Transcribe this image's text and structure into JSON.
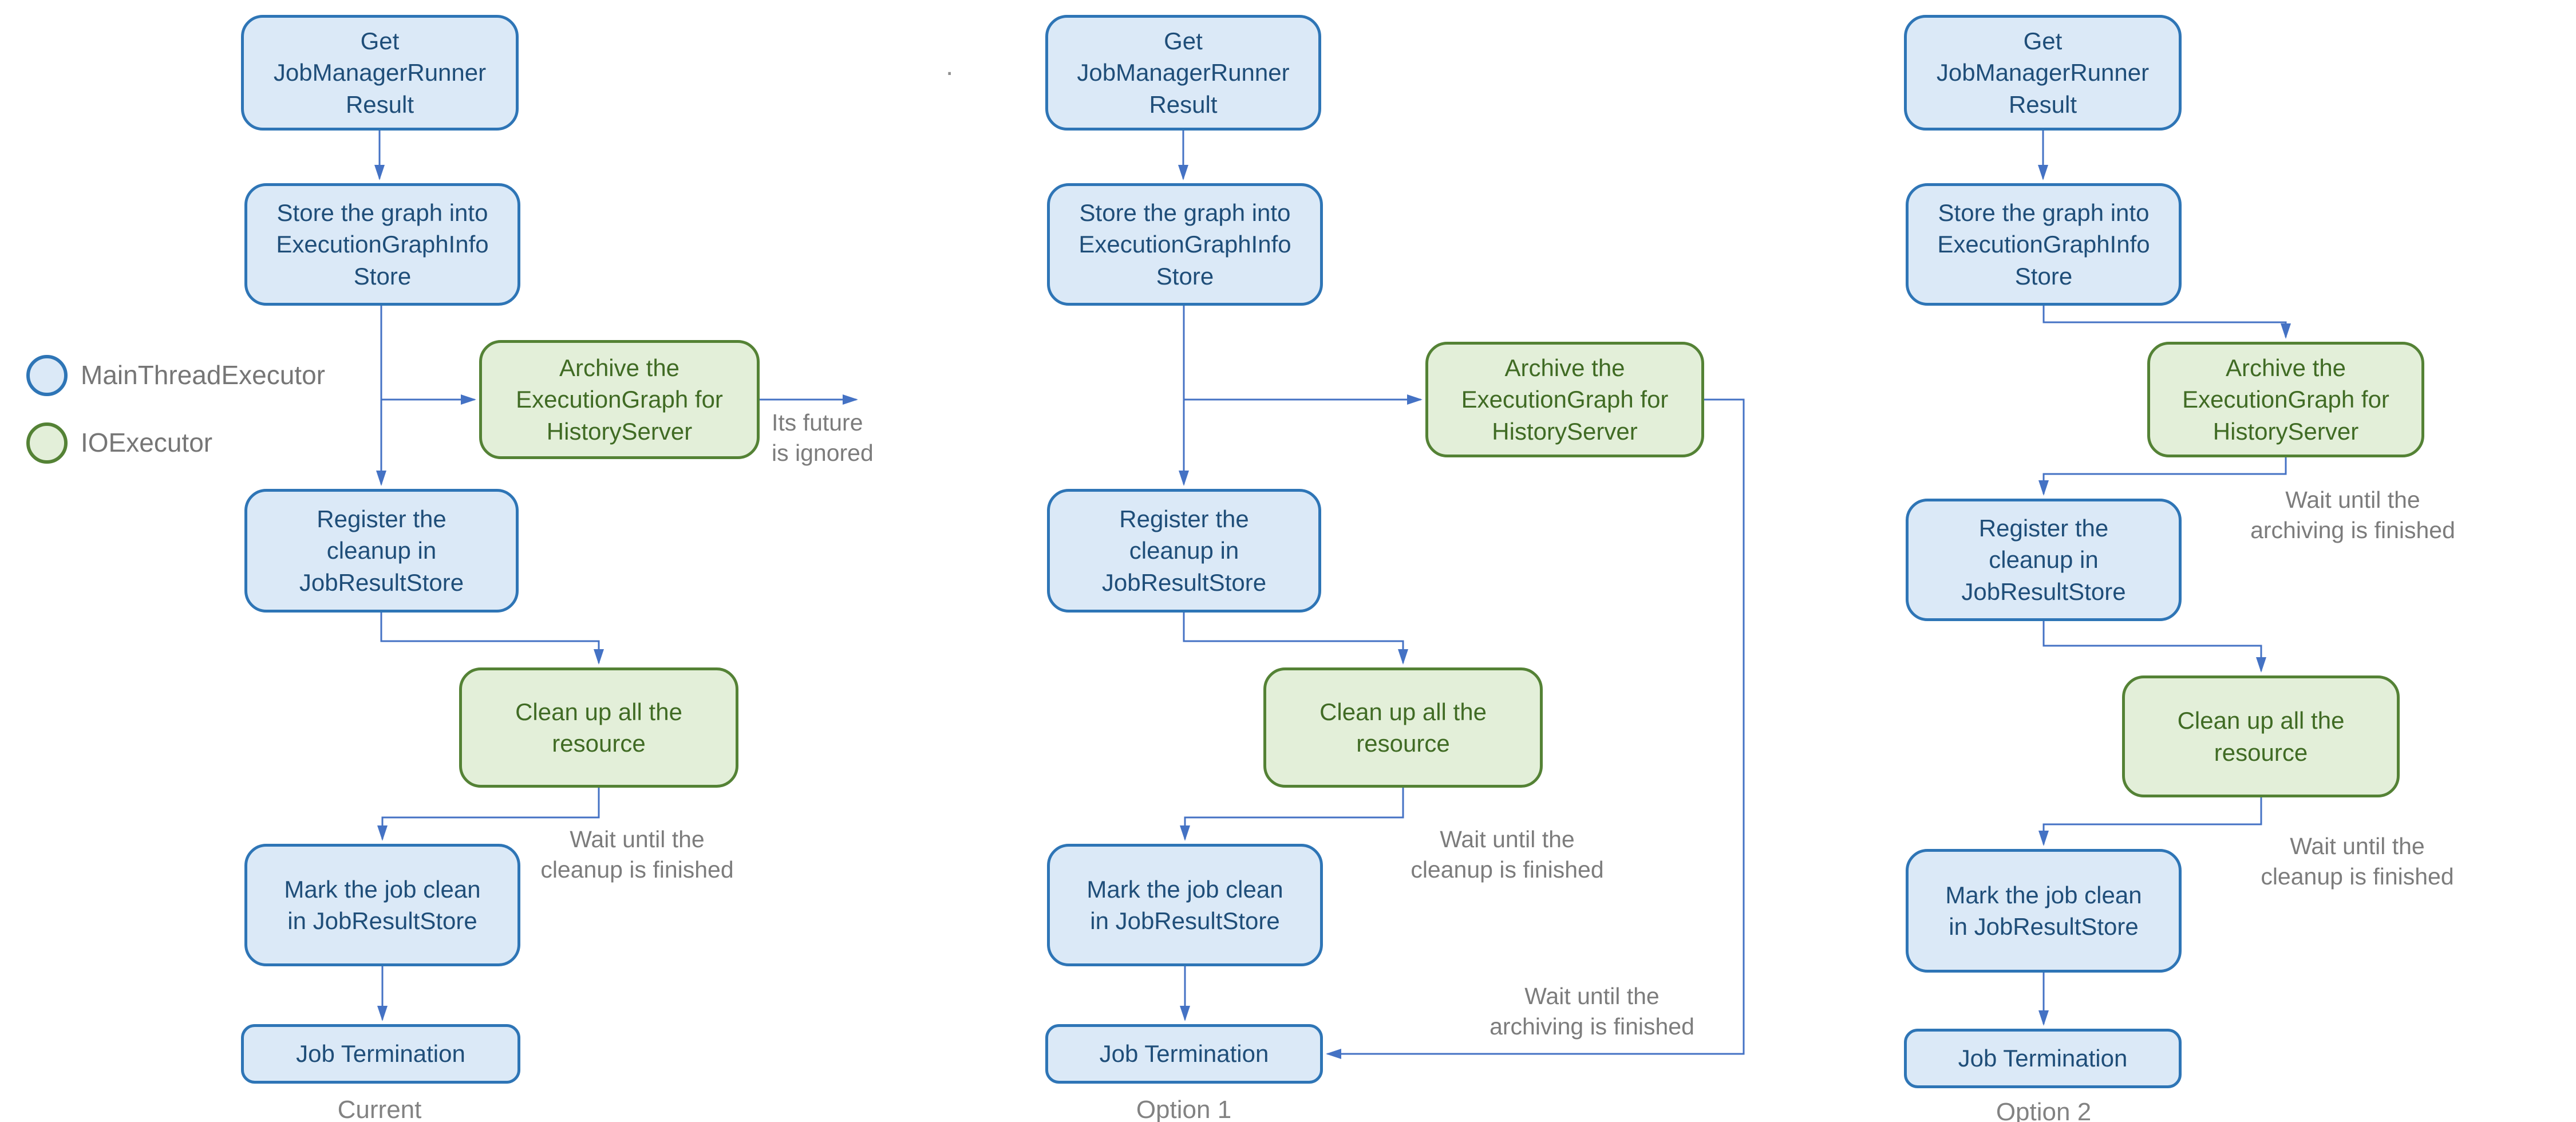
{
  "page": {
    "stray_dot": "."
  },
  "colors": {
    "blue_fill": "#dbe9f7",
    "blue_border": "#2e75b6",
    "blue_text": "#1f4e79",
    "green_fill": "#e3efd9",
    "green_border": "#548235",
    "green_text": "#406b24",
    "edge": "#4472c4",
    "note_text": "#7c7c7c",
    "caption_text": "#828282",
    "legend_text": "#767676"
  },
  "legend": {
    "items": [
      {
        "id": "main-thread-executor",
        "label": "MainThreadExecutor",
        "swatch": "blue"
      },
      {
        "id": "io-executor",
        "label": "IOExecutor",
        "swatch": "green"
      }
    ]
  },
  "diagrams": [
    {
      "caption": "Current",
      "nodes": [
        {
          "id": "get-jobmanagerrunner-result",
          "executor": "MainThreadExecutor",
          "label": "Get\nJobManagerRunner\nResult"
        },
        {
          "id": "store-graph-into-executiongraphinfostore",
          "executor": "MainThreadExecutor",
          "label": "Store the graph into\nExecutionGraphInfo\nStore"
        },
        {
          "id": "archive-executiongraph-for-historyserver",
          "executor": "IOExecutor",
          "label": "Archive the\nExecutionGraph for\nHistoryServer"
        },
        {
          "id": "register-cleanup-in-jobresultstore",
          "executor": "MainThreadExecutor",
          "label": "Register the\ncleanup in\nJobResultStore"
        },
        {
          "id": "clean-up-all-the-resource",
          "executor": "IOExecutor",
          "label": "Clean up all the\nresource"
        },
        {
          "id": "mark-job-clean-in-jobresultstore",
          "executor": "MainThreadExecutor",
          "label": "Mark the job clean\nin JobResultStore"
        },
        {
          "id": "job-termination",
          "executor": "MainThreadExecutor",
          "label": "Job Termination"
        }
      ],
      "annotations": [
        {
          "id": "its-future-is-ignored",
          "text": "Its future\nis ignored"
        },
        {
          "id": "wait-until-cleanup-finished",
          "text": "Wait until the\ncleanup is finished"
        }
      ]
    },
    {
      "caption": "Option 1",
      "nodes": [
        {
          "id": "get-jobmanagerrunner-result",
          "executor": "MainThreadExecutor",
          "label": "Get\nJobManagerRunner\nResult"
        },
        {
          "id": "store-graph-into-executiongraphinfostore",
          "executor": "MainThreadExecutor",
          "label": "Store the graph into\nExecutionGraphInfo\nStore"
        },
        {
          "id": "archive-executiongraph-for-historyserver",
          "executor": "IOExecutor",
          "label": "Archive the\nExecutionGraph for\nHistoryServer"
        },
        {
          "id": "register-cleanup-in-jobresultstore",
          "executor": "MainThreadExecutor",
          "label": "Register the\ncleanup in\nJobResultStore"
        },
        {
          "id": "clean-up-all-the-resource",
          "executor": "IOExecutor",
          "label": "Clean up all the\nresource"
        },
        {
          "id": "mark-job-clean-in-jobresultstore",
          "executor": "MainThreadExecutor",
          "label": "Mark the job clean\nin JobResultStore"
        },
        {
          "id": "job-termination",
          "executor": "MainThreadExecutor",
          "label": "Job Termination"
        }
      ],
      "annotations": [
        {
          "id": "wait-until-cleanup-finished",
          "text": "Wait until the\ncleanup is finished"
        },
        {
          "id": "wait-until-archiving-finished",
          "text": "Wait until the\narchiving is finished"
        }
      ]
    },
    {
      "caption": "Option 2",
      "nodes": [
        {
          "id": "get-jobmanagerrunner-result",
          "executor": "MainThreadExecutor",
          "label": "Get\nJobManagerRunner\nResult"
        },
        {
          "id": "store-graph-into-executiongraphinfostore",
          "executor": "MainThreadExecutor",
          "label": "Store the graph into\nExecutionGraphInfo\nStore"
        },
        {
          "id": "archive-executiongraph-for-historyserver",
          "executor": "IOExecutor",
          "label": "Archive the\nExecutionGraph for\nHistoryServer"
        },
        {
          "id": "register-cleanup-in-jobresultstore",
          "executor": "MainThreadExecutor",
          "label": "Register the\ncleanup in\nJobResultStore"
        },
        {
          "id": "clean-up-all-the-resource",
          "executor": "IOExecutor",
          "label": "Clean up all the\nresource"
        },
        {
          "id": "mark-job-clean-in-jobresultstore",
          "executor": "MainThreadExecutor",
          "label": "Mark the job clean\nin JobResultStore"
        },
        {
          "id": "job-termination",
          "executor": "MainThreadExecutor",
          "label": "Job Termination"
        }
      ],
      "annotations": [
        {
          "id": "wait-until-archiving-finished",
          "text": "Wait until the\narchiving is finished"
        },
        {
          "id": "wait-until-cleanup-finished",
          "text": "Wait until the\ncleanup is finished"
        }
      ]
    }
  ]
}
